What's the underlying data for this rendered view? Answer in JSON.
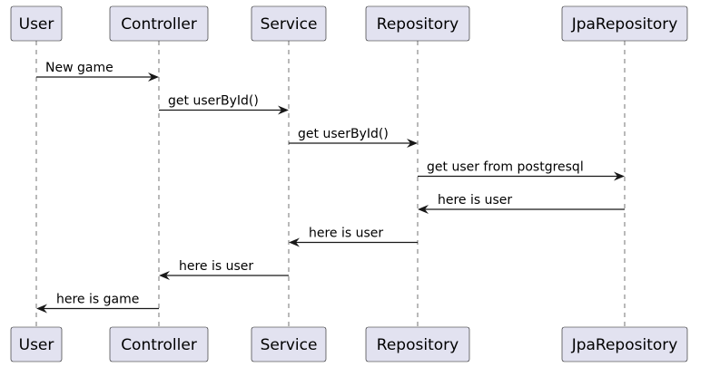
{
  "diagram": {
    "type": "sequence",
    "participants": [
      {
        "id": "user",
        "label": "User"
      },
      {
        "id": "controller",
        "label": "Controller"
      },
      {
        "id": "service",
        "label": "Service"
      },
      {
        "id": "repository",
        "label": "Repository"
      },
      {
        "id": "jpa",
        "label": "JpaRepository"
      }
    ],
    "messages": [
      {
        "from": "user",
        "to": "controller",
        "label": "New game"
      },
      {
        "from": "controller",
        "to": "service",
        "label": "get userById()"
      },
      {
        "from": "service",
        "to": "repository",
        "label": "get userById()"
      },
      {
        "from": "repository",
        "to": "jpa",
        "label": "get user from postgresql"
      },
      {
        "from": "jpa",
        "to": "repository",
        "label": "here is user"
      },
      {
        "from": "repository",
        "to": "service",
        "label": "here is user"
      },
      {
        "from": "service",
        "to": "controller",
        "label": "here is user"
      },
      {
        "from": "controller",
        "to": "user",
        "label": "here is game"
      }
    ],
    "colors": {
      "participant_fill": "#e2e2f0",
      "line": "#181818"
    }
  }
}
